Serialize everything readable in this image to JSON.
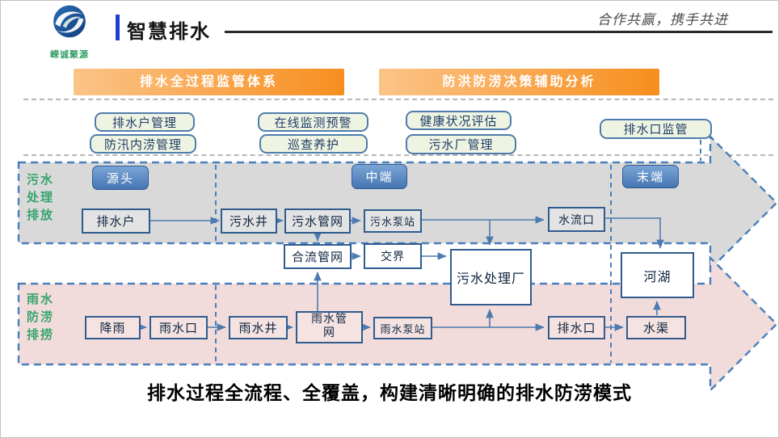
{
  "header": {
    "logo_text": "嵘诚聚源",
    "title": "智慧排水",
    "tagline": "合作共赢，携手共进"
  },
  "banners": {
    "left": "排水全过程监管体系",
    "right": "防洪防涝决策辅助分析"
  },
  "modules": [
    {
      "label": "排水户管理"
    },
    {
      "label": "防汛内涝管理"
    },
    {
      "label": "在线监测预警"
    },
    {
      "label": "巡查养护"
    },
    {
      "label": "健康状况评估"
    },
    {
      "label": "污水厂管理"
    },
    {
      "label": "排水口监管"
    }
  ],
  "stages": {
    "source": "源头",
    "middle": "中端",
    "end": "末端"
  },
  "bands": {
    "sewage": {
      "label_lines": [
        "污水",
        "处理",
        "排放"
      ]
    },
    "rain": {
      "label_lines": [
        "雨水",
        "防涝",
        "排捞"
      ]
    }
  },
  "flow": {
    "drainage_user": "排水户",
    "sewage_well": "污水井",
    "sewage_pipe_network": "污水管网",
    "sewage_pump_station": "污水泵站",
    "outflow_port": "水流口",
    "combined_pipe_network": "合流管网",
    "boundary": "交界",
    "sewage_treatment_plant": "污水处理厂",
    "river_lake": "河湖",
    "rainfall": "降雨",
    "rain_inlet": "雨水口",
    "rain_well": "雨水井",
    "rain_pipe_network_l1": "雨水管",
    "rain_pipe_network_l2": "网",
    "rain_pump_station": "雨水泵站",
    "drain_outlet": "排水口",
    "channel": "水渠"
  },
  "caption": "排水过程全流程、全覆盖，构建清晰明确的排水防涝模式",
  "colors": {
    "accent_orange": "#F7941E",
    "band_gray": "#D9D9D9",
    "band_pink": "#F2DCDB",
    "line_blue": "#4C7BB0",
    "dashed_blue": "#4A7EBB",
    "tab_blue": "#4F86C6",
    "module_green": "#EEF3E2",
    "accent_blue_bar": "#1B3FD0",
    "logo_green": "#2F9E63"
  }
}
